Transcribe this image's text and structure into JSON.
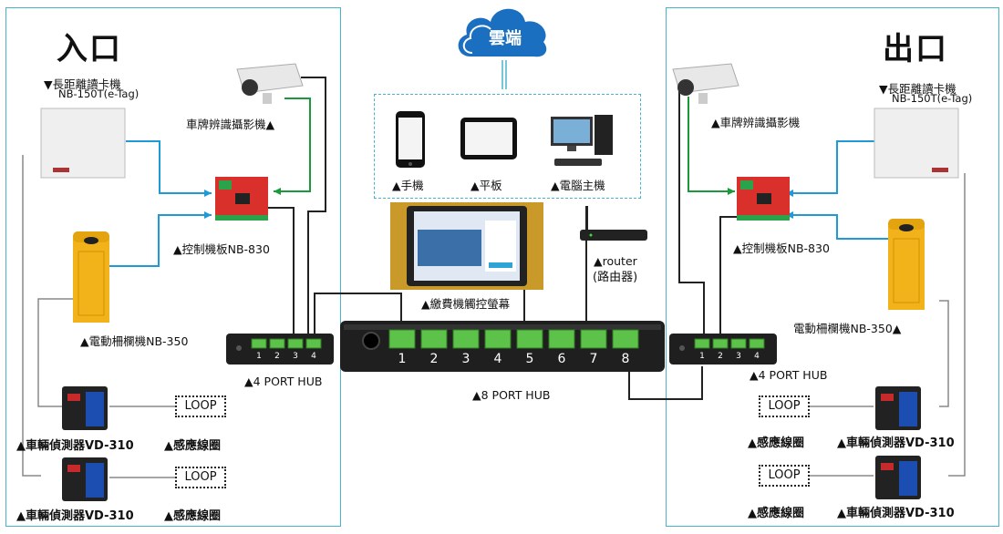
{
  "zones": {
    "entrance": "入口",
    "exit": "出口"
  },
  "cloud": {
    "label": "雲端"
  },
  "devices": {
    "phone": "▲手機",
    "tablet": "▲平板",
    "pc": "▲電腦主機"
  },
  "entrance": {
    "reader": "▼長距離讀卡機",
    "reader_model": "NB-150T(e-Tag)",
    "camera": "車牌辨識攝影機▲",
    "controller": "▲控制機板NB-830",
    "barrier": "▲電動柵欄機NB-350",
    "hub": "▲4 PORT HUB",
    "detector1": "▲車輛偵測器VD-310",
    "loop1": "▲感應線圈",
    "detector2": "▲車輛偵測器VD-310",
    "loop2": "▲感應線圈"
  },
  "exit": {
    "reader": "▼長距離讀卡機",
    "reader_model": "NB-150T(e-Tag)",
    "camera": "▲車牌辨識攝影機",
    "controller": "▲控制機板NB-830",
    "barrier": "電動柵欄機NB-350▲",
    "hub": "▲4 PORT HUB",
    "detector1": "▲車輛偵測器VD-310",
    "loop1": "▲感應線圈",
    "detector2": "▲車輛偵測器VD-310",
    "loop2": "▲感應線圈"
  },
  "center": {
    "kiosk": "▲繳費機觸控螢幕",
    "router": "▲router",
    "router_zh": "(路由器)",
    "hub8": "▲8 PORT HUB"
  },
  "loop_box": "LOOP",
  "hub8_ports": [
    "1",
    "2",
    "3",
    "4",
    "5",
    "6",
    "7",
    "8"
  ],
  "hub4_ports": [
    "1",
    "2",
    "3",
    "4"
  ],
  "colors": {
    "panel_border": "#4ab3cc",
    "blue_wire": "#1e9ad6",
    "green_wire": "#1a9a3a",
    "black_wire": "#222222",
    "hub_body": "#1f1f1f",
    "port_green": "#5cc24a",
    "barrier_yellow": "#f2b21a",
    "board_red": "#d9302c"
  }
}
